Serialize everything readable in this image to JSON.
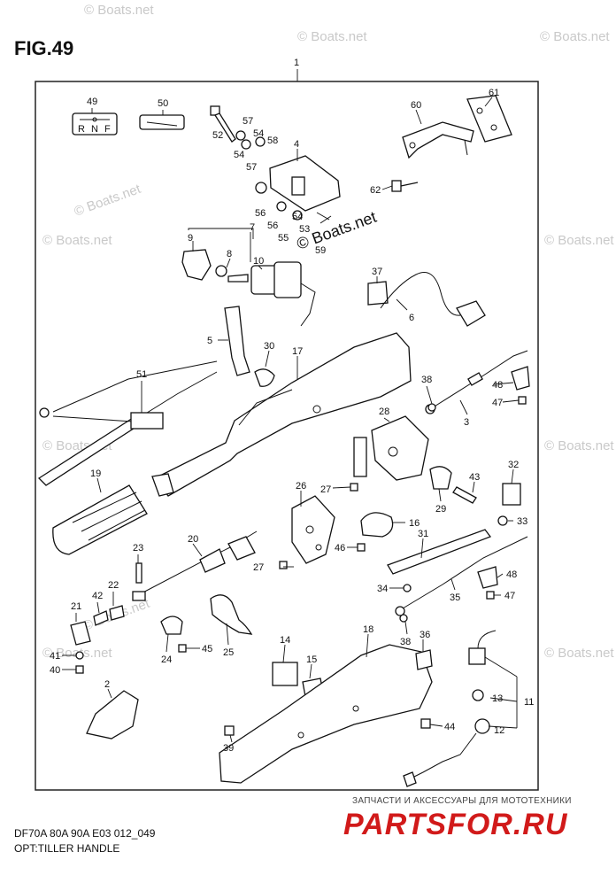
{
  "figure_title": "FIG.49",
  "assembly_callout": "1",
  "watermark": "© Boats.net",
  "footer": {
    "model_code": "DF70A 80A 90A E03 012_049",
    "section_name": "OPT:TILLER HANDLE"
  },
  "site_caption": "ЗАПЧАСТИ И АКСЕССУАРЫ ДЛЯ МОТОТЕХНИКИ",
  "site_logo": "PARTSFOR.RU",
  "shift_label": {
    "letters": [
      "R",
      "N",
      "F"
    ]
  },
  "callouts": [
    "2",
    "3",
    "4",
    "5",
    "6",
    "7",
    "8",
    "9",
    "10",
    "11",
    "12",
    "13",
    "14",
    "15",
    "16",
    "17",
    "18",
    "19",
    "20",
    "21",
    "22",
    "23",
    "24",
    "25",
    "26",
    "27",
    "28",
    "29",
    "30",
    "31",
    "32",
    "33",
    "34",
    "35",
    "36",
    "37",
    "38",
    "39",
    "40",
    "41",
    "42",
    "43",
    "44",
    "45",
    "46",
    "47",
    "48",
    "49",
    "50",
    "51",
    "52",
    "53",
    "54",
    "55",
    "56",
    "57",
    "58",
    "59",
    "60",
    "61",
    "62"
  ]
}
